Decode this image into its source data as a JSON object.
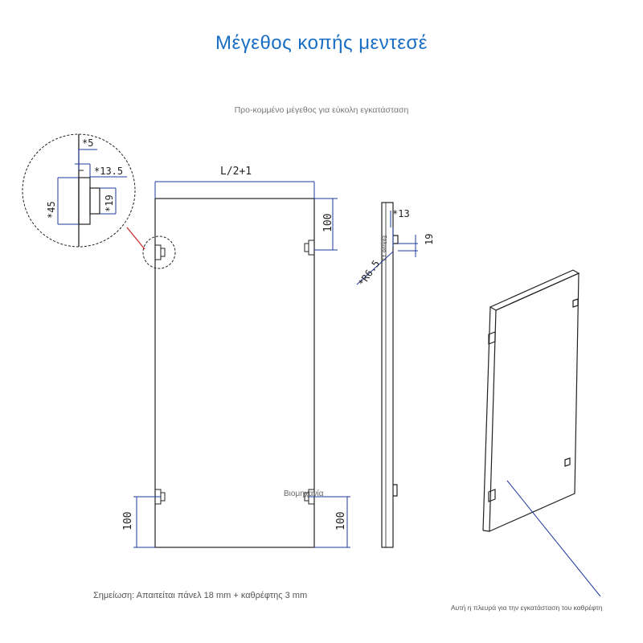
{
  "title": "Μέγεθος κοπής μεντεσέ",
  "subtitle": "Προ-κομμένο μέγεθος για εύκολη εγκατάσταση",
  "note": "Σημείωση: Απαιτείται πάνελ 18 mm + καθρέφτης 3 mm",
  "caption": "Αυτή η πλευρά για την εγκατάσταση του καθρέφτη",
  "watermark": "Βιομηχανία",
  "dimensions": {
    "width": "L/2+1",
    "top_offset": "100",
    "bottom_left_offset": "100",
    "bottom_right_offset": "100",
    "detail_a": "*5",
    "detail_b": "*13.5",
    "detail_c": "*45",
    "detail_d": "*19",
    "side_a": "*13",
    "side_b": "19",
    "side_c": "*R6.5",
    "side_label": "ξύλινο 13"
  },
  "colors": {
    "title": "#1a6fc4",
    "dimension_line": "#1f3a9e",
    "leader": "#cc2222"
  }
}
